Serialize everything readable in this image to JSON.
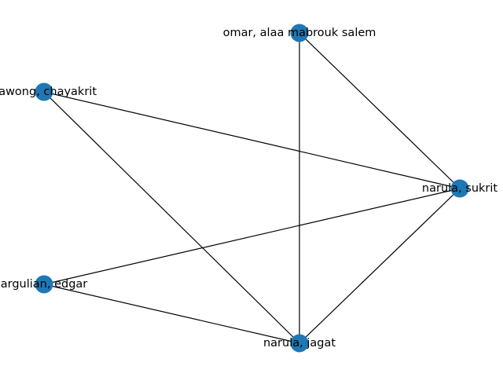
{
  "graph": {
    "node_color": "#1f77b4",
    "edge_color": "#000000",
    "nodes": [
      {
        "id": "omar",
        "label": "omar, alaa mabrouk salem"
      },
      {
        "id": "nawong",
        "label": "nawong, chayakrit"
      },
      {
        "id": "sukrit",
        "label": "narula, sukrit"
      },
      {
        "id": "edgar",
        "label": "argulian, edgar"
      },
      {
        "id": "jagat",
        "label": "narula, jagat"
      }
    ],
    "edges": [
      {
        "source": "omar",
        "target": "sukrit"
      },
      {
        "source": "omar",
        "target": "jagat"
      },
      {
        "source": "nawong",
        "target": "sukrit"
      },
      {
        "source": "nawong",
        "target": "jagat"
      },
      {
        "source": "sukrit",
        "target": "edgar"
      },
      {
        "source": "sukrit",
        "target": "jagat"
      },
      {
        "source": "edgar",
        "target": "jagat"
      }
    ]
  }
}
